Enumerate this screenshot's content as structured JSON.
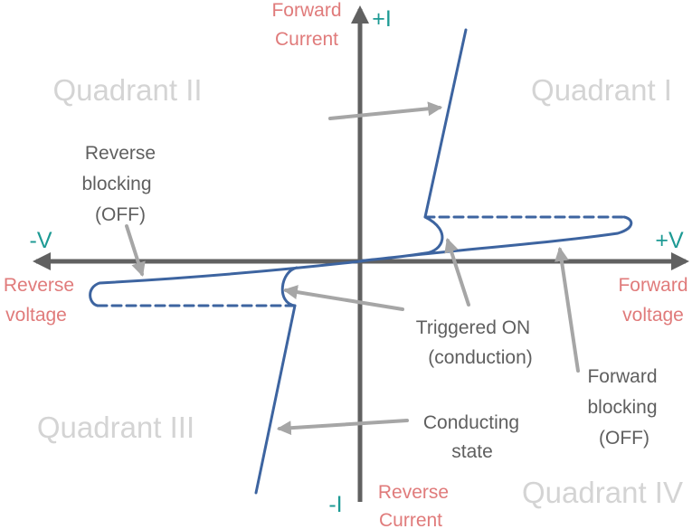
{
  "quadrants": {
    "q1": "Quadrant I",
    "q2": "Quadrant II",
    "q3": "Quadrant III",
    "q4": "Quadrant IV"
  },
  "axes": {
    "forward_current": [
      "Forward",
      "Current"
    ],
    "reverse_current": [
      "Reverse",
      "Current"
    ],
    "forward_voltage": [
      "Forward",
      "voltage"
    ],
    "reverse_voltage": [
      "Reverse",
      "voltage"
    ],
    "plus_i": "+I",
    "minus_i": "-I",
    "plus_v": "+V",
    "minus_v": "-V"
  },
  "annotations": {
    "reverse_blocking": [
      "Reverse",
      "blocking",
      "(OFF)"
    ],
    "triggered_on": [
      "Triggered ON",
      "(conduction)"
    ],
    "forward_blocking": [
      "Forward",
      "blocking",
      "(OFF)"
    ],
    "conducting_state": [
      "Conducting",
      "state"
    ]
  },
  "colors": {
    "curve": "#3d64a0",
    "axis": "#616161",
    "arrow": "#a6a6a6",
    "axis_label": "#e07b7b",
    "sign": "#1d9a94",
    "quadrant": "#d4d4d4",
    "annotation": "#5f5f5f"
  }
}
